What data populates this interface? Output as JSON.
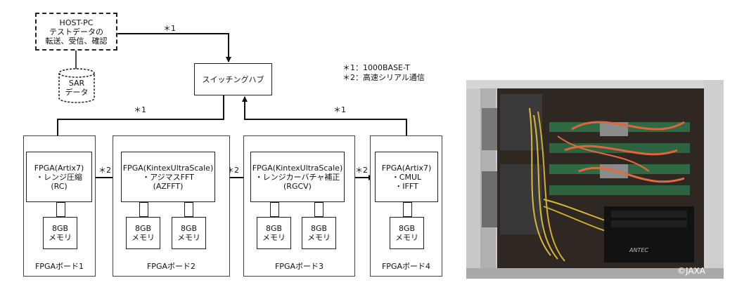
{
  "host": {
    "line1": "HOST-PC",
    "line2": "テストデータの",
    "line3": "転送、受信、確認"
  },
  "sar": {
    "line1": "SAR",
    "line2": "データ"
  },
  "hub": {
    "label": "スイッチングハブ"
  },
  "legend": {
    "line1": "＊1：1000BASE-T",
    "line2": "＊2：高速シリアル通信"
  },
  "link_labels": {
    "host_hub": "＊1",
    "hub_board1": "＊1",
    "board4_hub": "＊1",
    "serial": "＊2"
  },
  "boards": [
    {
      "label": "FPGAボード1",
      "fpga_line1": "FPGA(Artix7)",
      "fpga_line2": "・レンジ圧縮",
      "fpga_line3": "(RC)",
      "memories": [
        "8GB\nメモリ"
      ]
    },
    {
      "label": "FPGAボード2",
      "fpga_line1": "FPGA(KintexUltraScale)",
      "fpga_line2": "・アジマスFFT",
      "fpga_line3": "(AZFFT)",
      "memories": [
        "8GB\nメモリ",
        "8GB\nメモリ"
      ]
    },
    {
      "label": "FPGAボード3",
      "fpga_line1": "FPGA(KintexUltraScale)",
      "fpga_line2": "・レンジカーバチャ補正",
      "fpga_line3": "(RGCV)",
      "memories": [
        "8GB\nメモリ",
        "8GB\nメモリ"
      ]
    },
    {
      "label": "FPGAボード4",
      "fpga_line1": "FPGA(Artix7)",
      "fpga_line2": "・CMUL",
      "fpga_line3": "・IFFT",
      "memories": [
        "8GB\nメモリ"
      ]
    }
  ],
  "memory": {
    "size": "8GB",
    "name": "メモリ"
  },
  "photo": {
    "credit": "©JAXA",
    "case_label": "ANTEC"
  },
  "colors": {
    "line": "#111111",
    "photo_bg": "#4a3c30",
    "cable_red": "#e0643c",
    "cable_yellow": "#d8b93a"
  }
}
